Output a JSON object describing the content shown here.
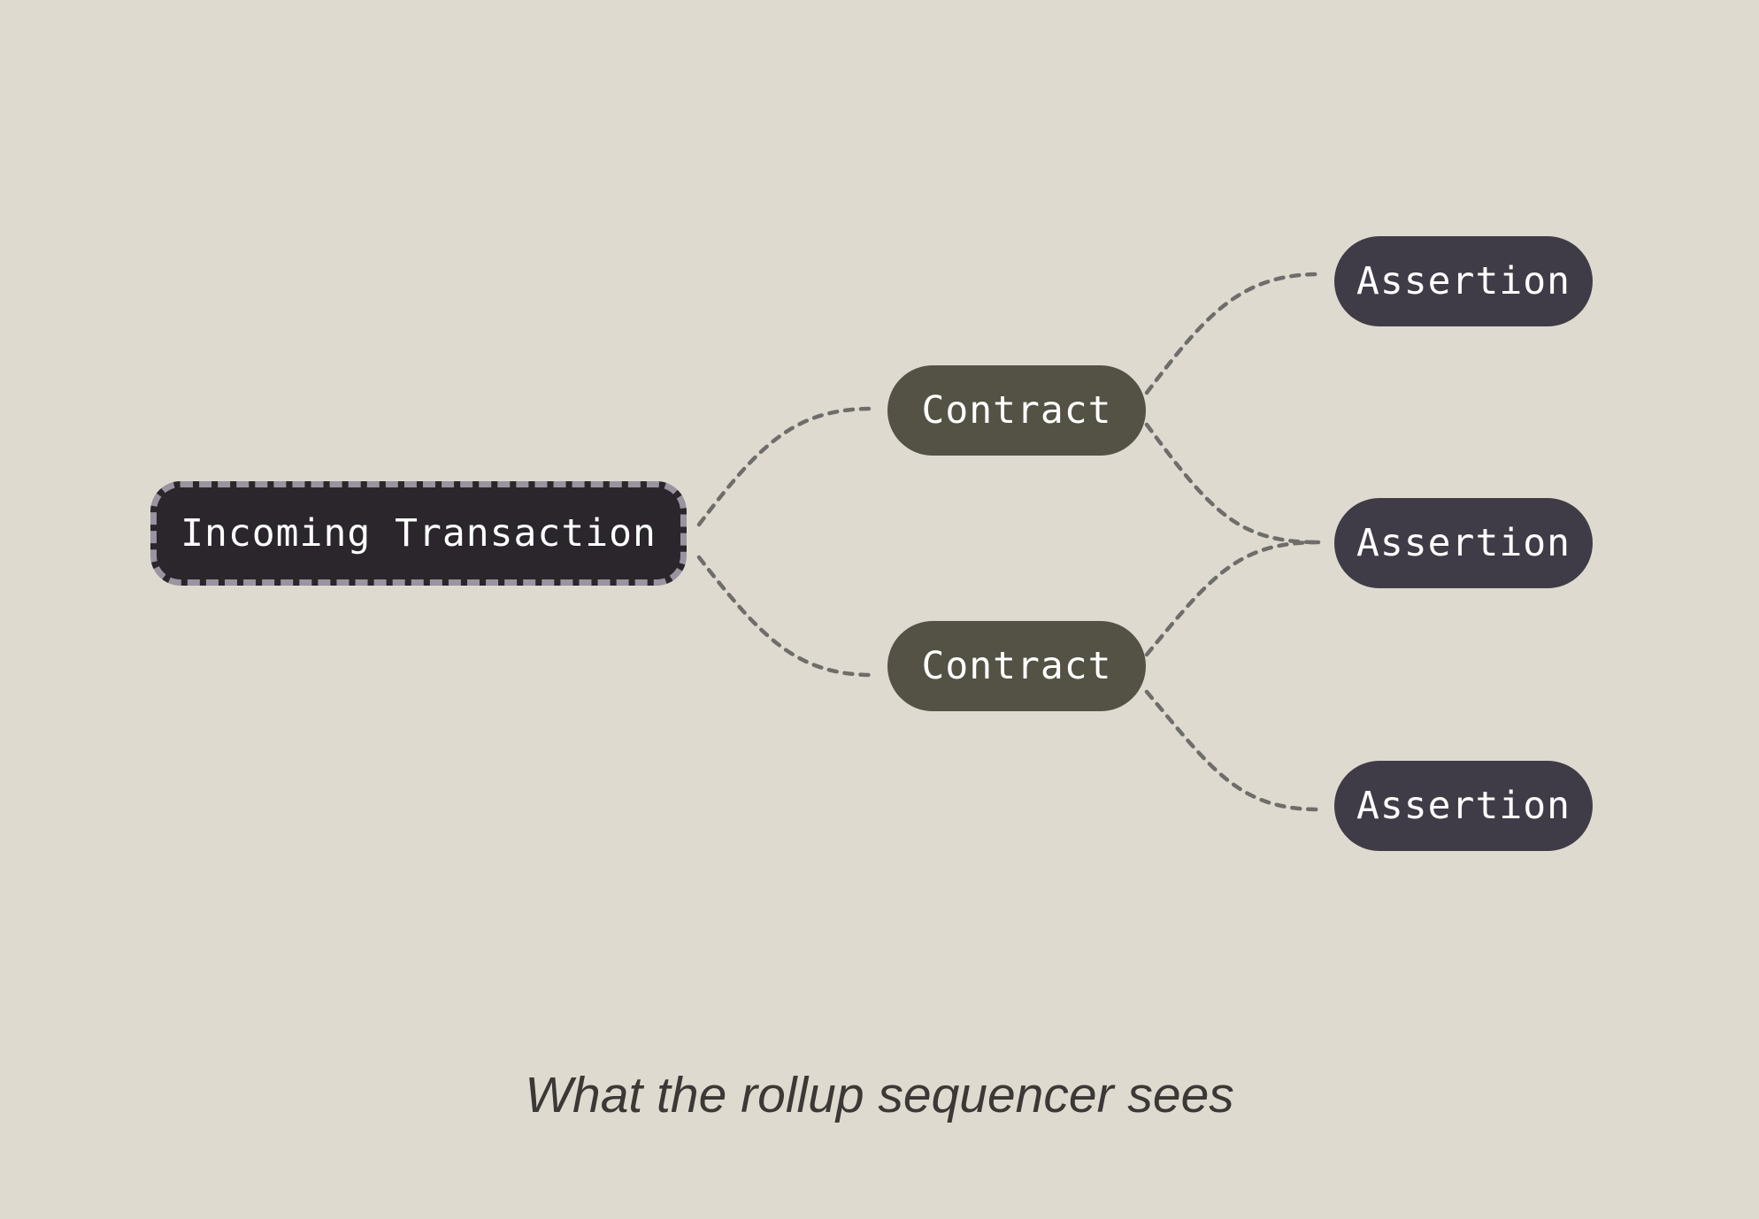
{
  "diagram": {
    "source_node": {
      "label": "Incoming Transaction"
    },
    "contracts": [
      {
        "label": "Contract"
      },
      {
        "label": "Contract"
      }
    ],
    "assertions": [
      {
        "label": "Assertion"
      },
      {
        "label": "Assertion"
      },
      {
        "label": "Assertion"
      }
    ],
    "edges": [
      {
        "from": "Incoming Transaction",
        "to": "Contract 1"
      },
      {
        "from": "Incoming Transaction",
        "to": "Contract 2"
      },
      {
        "from": "Contract 1",
        "to": "Assertion 1"
      },
      {
        "from": "Contract 1",
        "to": "Assertion 2"
      },
      {
        "from": "Contract 2",
        "to": "Assertion 2"
      },
      {
        "from": "Contract 2",
        "to": "Assertion 3"
      }
    ],
    "caption": "What the rollup sequencer sees"
  },
  "colors": {
    "background": "#dedad0",
    "source_fill": "#2a262c",
    "source_border": "#9a93a0",
    "contract_fill": "#545244",
    "assertion_fill": "#403c47",
    "edge": "#6f6d6a",
    "label_text": "#ffffff",
    "caption_text": "#3b3835"
  }
}
